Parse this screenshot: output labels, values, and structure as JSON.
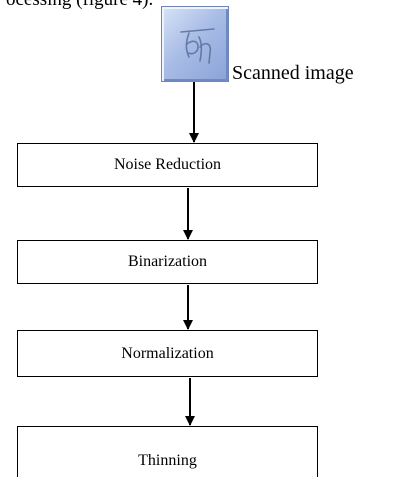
{
  "document": {
    "cut_text": "ocessing (figure 4)."
  },
  "input": {
    "caption": "Scanned  image",
    "icon": "handwritten-character-scan-icon"
  },
  "flowchart": {
    "steps": [
      {
        "label": "Noise Reduction"
      },
      {
        "label": "Binarization"
      },
      {
        "label": "Normalization"
      },
      {
        "label": "Thinning"
      }
    ]
  }
}
